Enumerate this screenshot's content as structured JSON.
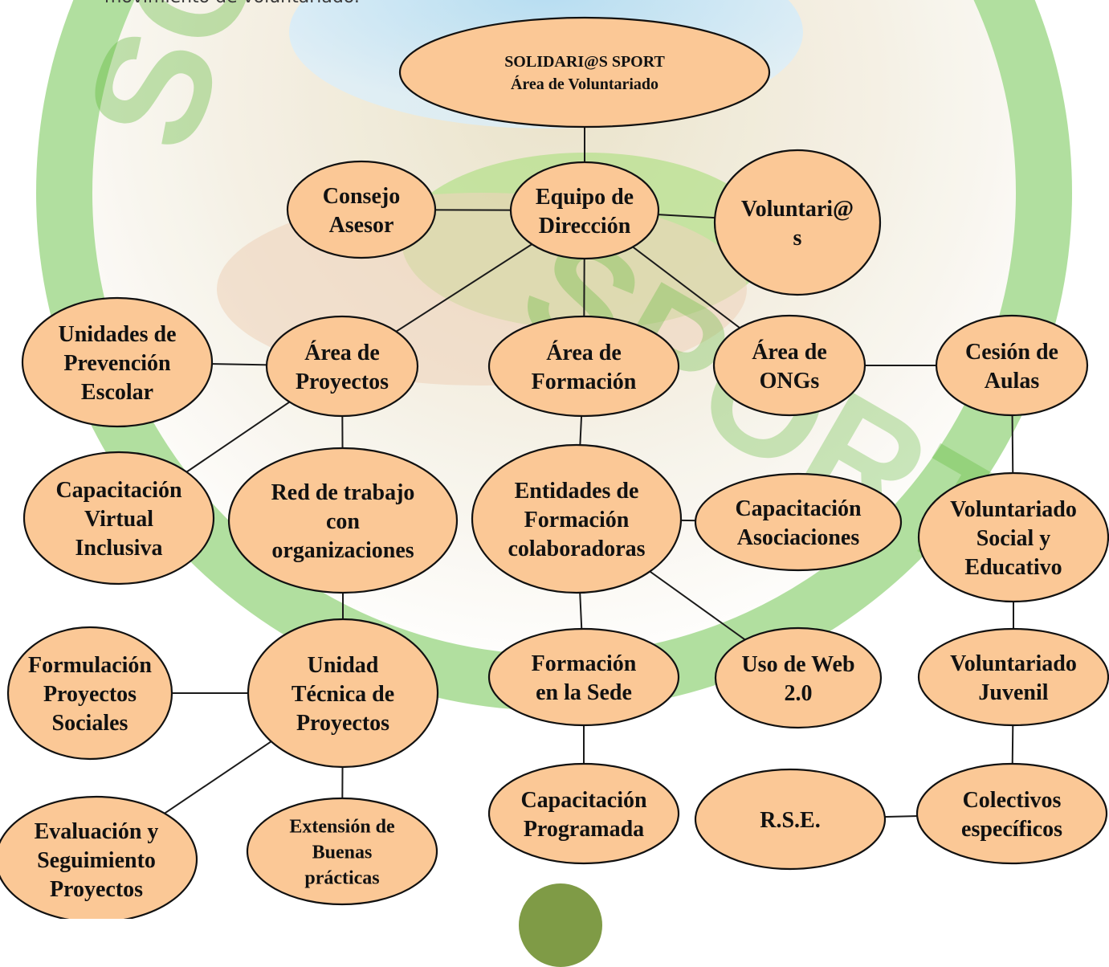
{
  "header": {
    "intro_text": "movimiento de voluntariado."
  },
  "watermark": {
    "letters_top": "SO",
    "letters_bottom": "SPORT"
  },
  "colors": {
    "node_fill": "#fbc896",
    "node_stroke": "#111111",
    "watermark_green": "#4caf24",
    "page_circle": "#7f9b46"
  },
  "nodes": [
    {
      "id": "root",
      "lines": [
        "SOLIDARI@S SPORT",
        "Área de Voluntariado"
      ]
    },
    {
      "id": "consejo",
      "lines": [
        "Consejo",
        "Asesor"
      ]
    },
    {
      "id": "equipo",
      "lines": [
        "Equipo de",
        "Dirección"
      ]
    },
    {
      "id": "voluntarios",
      "lines": [
        "Voluntari@",
        "s"
      ]
    },
    {
      "id": "unidades",
      "lines": [
        "Unidades de",
        "Prevención",
        "Escolar"
      ]
    },
    {
      "id": "proyectos",
      "lines": [
        "Área de",
        "Proyectos"
      ]
    },
    {
      "id": "formacion",
      "lines": [
        "Área de",
        "Formación"
      ]
    },
    {
      "id": "ongs",
      "lines": [
        "Área de",
        "ONGs"
      ]
    },
    {
      "id": "cesion",
      "lines": [
        "Cesión de",
        "Aulas"
      ]
    },
    {
      "id": "capvirtual",
      "lines": [
        "Capacitación",
        "Virtual",
        "Inclusiva"
      ]
    },
    {
      "id": "red",
      "lines": [
        "Red de trabajo",
        "con",
        "organizaciones"
      ]
    },
    {
      "id": "entidades",
      "lines": [
        "Entidades de",
        "Formación",
        "colaboradoras"
      ]
    },
    {
      "id": "capasoc",
      "lines": [
        "Capacitación",
        "Asociaciones"
      ]
    },
    {
      "id": "volsocial",
      "lines": [
        "Voluntariado",
        "Social y",
        "Educativo"
      ]
    },
    {
      "id": "formulacion",
      "lines": [
        "Formulación",
        "Proyectos",
        "Sociales"
      ]
    },
    {
      "id": "unidadtec",
      "lines": [
        "Unidad",
        "Técnica de",
        "Proyectos"
      ]
    },
    {
      "id": "sede",
      "lines": [
        "Formación",
        "en  la Sede"
      ]
    },
    {
      "id": "web",
      "lines": [
        "Uso de Web",
        "2.0"
      ]
    },
    {
      "id": "voljuvenil",
      "lines": [
        "Voluntariado",
        "Juvenil"
      ]
    },
    {
      "id": "evaluacion",
      "lines": [
        "Evaluación y",
        "Seguimiento",
        "Proyectos"
      ]
    },
    {
      "id": "extension",
      "lines": [
        "Extensión de",
        "Buenas",
        "prácticas"
      ]
    },
    {
      "id": "capprog",
      "lines": [
        "Capacitación",
        "Programada"
      ]
    },
    {
      "id": "rse",
      "lines": [
        "R.S.E."
      ]
    },
    {
      "id": "colectivos",
      "lines": [
        "Colectivos",
        "específicos"
      ]
    }
  ],
  "edges": [
    [
      "root",
      "equipo"
    ],
    [
      "consejo",
      "equipo"
    ],
    [
      "equipo",
      "voluntarios"
    ],
    [
      "equipo",
      "proyectos"
    ],
    [
      "equipo",
      "formacion"
    ],
    [
      "equipo",
      "ongs"
    ],
    [
      "unidades",
      "proyectos"
    ],
    [
      "ongs",
      "cesion"
    ],
    [
      "proyectos",
      "capvirtual"
    ],
    [
      "proyectos",
      "red"
    ],
    [
      "formacion",
      "entidades"
    ],
    [
      "entidades",
      "capasoc"
    ],
    [
      "entidades",
      "sede"
    ],
    [
      "entidades",
      "web"
    ],
    [
      "cesion",
      "volsocial"
    ],
    [
      "volsocial",
      "voljuvenil"
    ],
    [
      "voljuvenil",
      "colectivos"
    ],
    [
      "rse",
      "colectivos"
    ],
    [
      "red",
      "unidadtec"
    ],
    [
      "formulacion",
      "unidadtec"
    ],
    [
      "unidadtec",
      "evaluacion"
    ],
    [
      "unidadtec",
      "extension"
    ],
    [
      "sede",
      "capprog"
    ]
  ]
}
